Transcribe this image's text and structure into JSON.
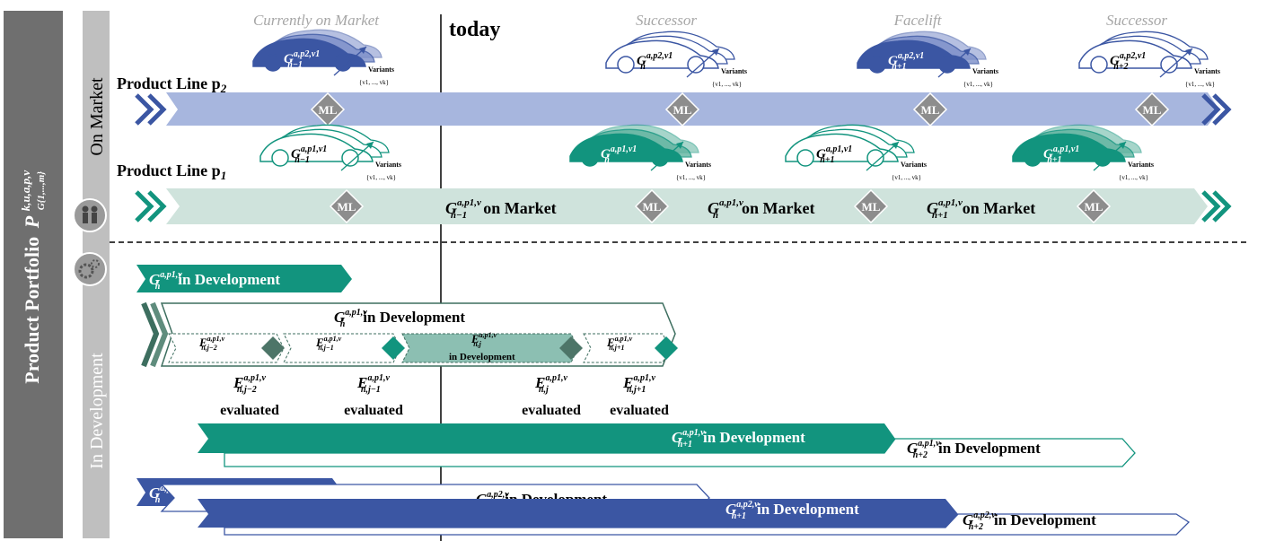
{
  "sidebar": {
    "portfolio_label": "Product Portfolio",
    "portfolio_symbol": "P",
    "portfolio_sup": "k,u,a,p,v",
    "portfolio_sub": "G{1,...,m}",
    "on_market": "On Market",
    "in_development": "In Development"
  },
  "timeline": {
    "today": "today"
  },
  "headers": {
    "current": "Currently on Market",
    "successor1": "Successor",
    "facelift": "Facelift",
    "successor2": "Successor"
  },
  "product_lines": {
    "p2": "Product Line p",
    "p2_sub": "2",
    "p1": "Product Line p",
    "p1_sub": "1"
  },
  "car_labels": {
    "p2": [
      "G n-1",
      "G n",
      "G n+1",
      "G n+2"
    ],
    "p1": [
      "G n-1",
      "G n",
      "G n+1",
      "G n+1"
    ],
    "sup_p2": "a,p2,v1",
    "sup_p1": "a,p1,v1",
    "variants": "Variants",
    "variants_set": "{v1, ..., vk}"
  },
  "milestone": "ML",
  "market_p1": {
    "seg1": "on Market",
    "seg2": "on Market",
    "seg3": "on Market",
    "sym1": "G",
    "sub1": "n−1",
    "sub2": "n",
    "sub3": "n+1",
    "sup": "a,p1,v"
  },
  "development": {
    "dev_label": "in Development",
    "top_sub": "n",
    "p1_sup": "a,p1,v",
    "p2_sup": "a,p2,v",
    "E_sup": "a,p1,v",
    "E_subs": [
      "n,j−2",
      "n,j−1",
      "n,j",
      "n,j+1"
    ],
    "E_center_label": "in Development",
    "evaluated": "evaluated",
    "p1_next": [
      "n+1",
      "n+2"
    ],
    "p2_rows": [
      "n",
      "n",
      "n+1",
      "n+2"
    ]
  },
  "colors": {
    "sidebar_dark": "#6f6f6f",
    "sidebar_light": "#bfbfbf",
    "blue_light": "#a7b6de",
    "blue_dark": "#3b56a3",
    "teal_light": "#cfe3dc",
    "teal_dark": "#12947e",
    "teal_mid": "#8cbfb2",
    "diamond": "#8d8d8d",
    "dark_green": "#3d6e5f"
  }
}
